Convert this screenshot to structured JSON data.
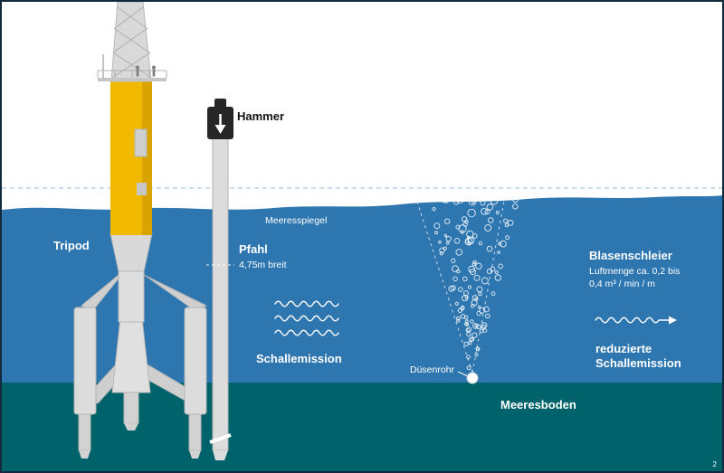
{
  "diagram": {
    "labels": {
      "hammer": "Hammer",
      "tripod": "Tripod",
      "sea_level": "Meeresspiegel",
      "pile": "Pfahl",
      "pile_detail": "4,75m breit",
      "sound_emission": "Schallemission",
      "bubble_curtain": "Blasenschleier",
      "bubble_curtain_detail_1": "Luftmenge ca. 0,2 bis",
      "bubble_curtain_detail_2": "0,4 m³ / min / m",
      "reduced_line1": "reduzierte",
      "reduced_line2": "Schallemission",
      "nozzle_pipe": "Düsenrohr",
      "seafloor": "Meeresboden"
    },
    "colors": {
      "sea": "#2e76b0",
      "seafloor": "#00636b",
      "tower_yellow": "#f1ba00",
      "tower_yellow_shade": "#d9a400",
      "structure_gray": "#d9d9d9",
      "hammer_black": "#262626",
      "dashed_waterline": "#9fb8cc",
      "text_white": "#ffffff"
    },
    "page_number": "2"
  }
}
